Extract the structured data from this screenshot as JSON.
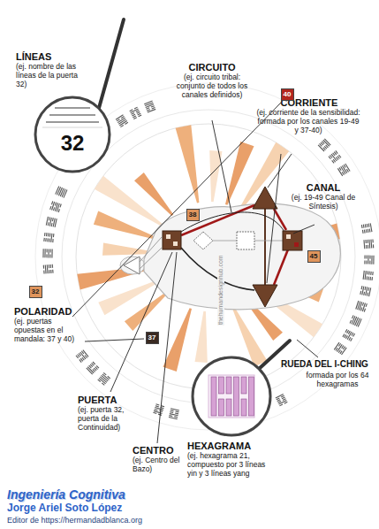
{
  "diagram": {
    "nodes": [
      {
        "text": [
          "40"
        ]
      },
      {
        "text": [
          "38"
        ]
      },
      {
        "text": [
          "32"
        ]
      },
      {
        "text": [
          "37"
        ]
      },
      {
        "text": [
          "45"
        ]
      }
    ],
    "labels": [
      "LÍNEAS",
      "(ej. nombre de las líneas de la puerta 32)",
      "32",
      "CIRCUITO",
      "(ej. circuito tribal: conjunto de todos los canales definidos)",
      "CORRIENTE",
      "(ej. corriente de la sensibilidad: formada por los canales 19-49 y 37-40)",
      "CANAL",
      "(ej. 19-49 Canal de Síntesis)",
      "RUEDA DEL I-CHING",
      "formada por los 64 hexagramas",
      "HEXAGRAMA",
      "(ej. hexagrama 21, compuesto por 3 líneas yin y 3 líneas yang",
      "CENTRO",
      "(ej. Centro del Bazo)",
      "PUERTA",
      "(ej. puerta 32, puerta de la Continuidad)",
      "POLARIDAD",
      "(ej. puertas opuestas en el mandala: 37 y 40)",
      "thehumandesignhub.com",
      "Ingeniería Cognitiva",
      "Jorge Ariel Soto López",
      "Editor de https://hermandadblanca.org"
    ]
  }
}
